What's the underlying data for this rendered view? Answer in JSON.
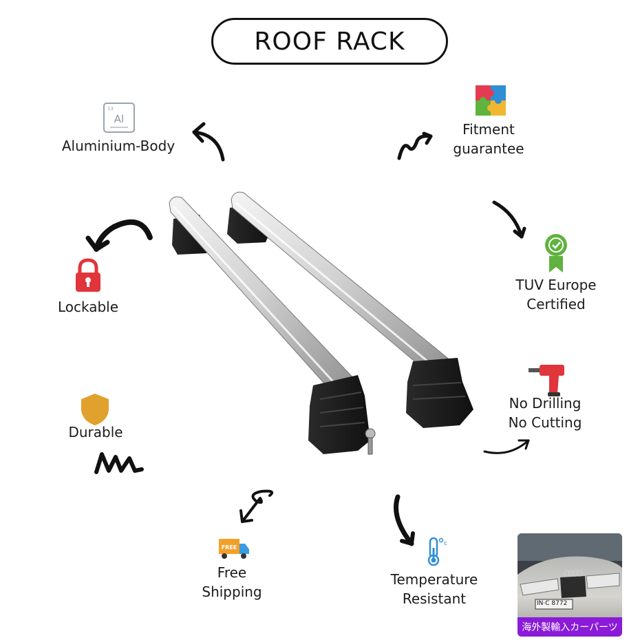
{
  "title": "ROOF RACK",
  "features": {
    "aluminium": {
      "label": "Aluminium-Body",
      "icon": "aluminium-element-icon",
      "symbol": "Al",
      "number": "13"
    },
    "fitment": {
      "line1": "Fitment",
      "line2": "guarantee",
      "icon": "puzzle-icon"
    },
    "lockable": {
      "label": "Lockable",
      "icon": "padlock-icon"
    },
    "tuv": {
      "line1": "TUV Europe",
      "line2": "Certified",
      "icon": "certified-badge-icon"
    },
    "drilling": {
      "line1": "No Drilling",
      "line2": "No Cutting",
      "icon": "drill-icon"
    },
    "durable": {
      "label": "Durable",
      "icon": "shield-icon"
    },
    "shipping": {
      "line1": "Free",
      "line2": "Shipping",
      "icon": "delivery-truck-icon",
      "truck_text": "FREE"
    },
    "temperature": {
      "line1": "Temperature",
      "line2": "Resistant",
      "icon": "thermometer-icon"
    }
  },
  "badge": {
    "caption": "海外製輸入カーパーツ",
    "plate": "IN·C 8772"
  },
  "colors": {
    "red": "#e0353b",
    "purple": "#8a1bd8",
    "gold": "#e0a12e",
    "green": "#5fb33e",
    "blue": "#2f8fd6"
  }
}
